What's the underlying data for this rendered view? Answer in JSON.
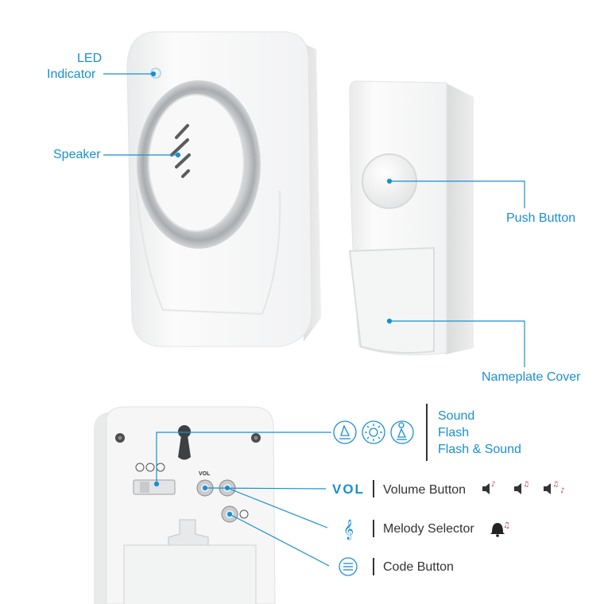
{
  "callouts": {
    "led_line1": "LED",
    "led_line2": "Indicator",
    "speaker": "Speaker",
    "push_button": "Push Button",
    "nameplate_cover": "Nameplate Cover"
  },
  "modes": {
    "sound": "Sound",
    "flash": "Flash",
    "flash_sound": "Flash & Sound"
  },
  "controls": {
    "vol_word": "VOL",
    "volume_button": "Volume Button",
    "melody_selector": "Melody Selector",
    "code_button": "Code Button"
  },
  "rear_panel": {
    "vol_marking": "VOL"
  },
  "colors": {
    "accent_blue": "#1a8fd0",
    "red_note": "#d62828",
    "device_white": "#f7f7f7",
    "ring_gray": "#b9bcc0"
  },
  "icons": [
    "sound-mode-icon",
    "flash-mode-icon",
    "flash-sound-mode-icon",
    "treble-clef-icon",
    "code-lines-icon",
    "speaker-volume-icon",
    "bell-note-icon"
  ]
}
